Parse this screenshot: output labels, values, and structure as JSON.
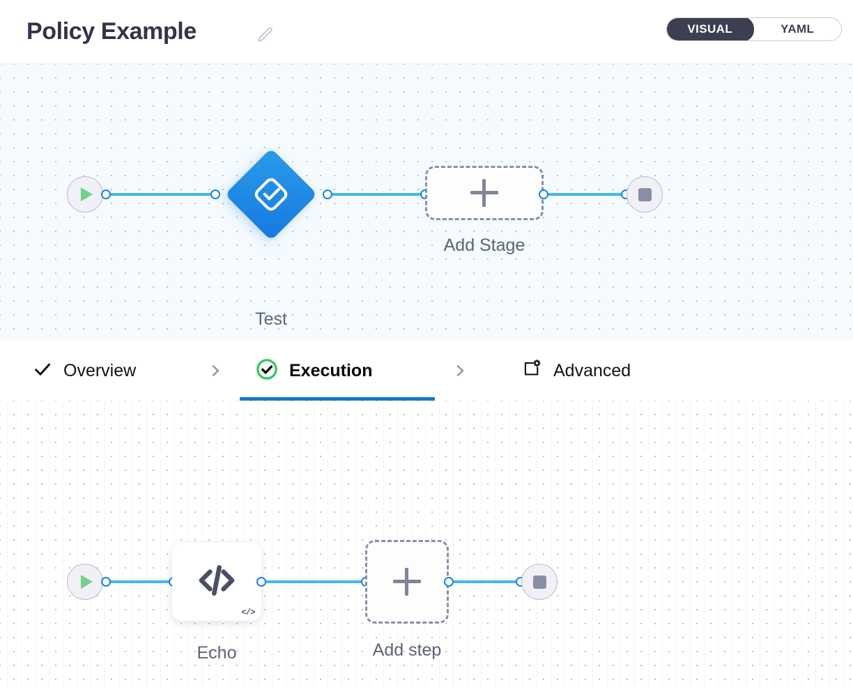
{
  "header": {
    "title": "Policy Example",
    "edit_icon": "pencil-icon",
    "mode_toggle": {
      "active": "VISUAL",
      "options": [
        {
          "label": "VISUAL",
          "active": true
        },
        {
          "label": "YAML",
          "active": false
        }
      ]
    }
  },
  "colors": {
    "accent_blue": "#1478d4",
    "link_blue": "#41b6f0",
    "dot_blue": "#1a82e2",
    "diamond_blue": "#1678e0",
    "success_green": "#35c759",
    "play_green": "#72d18a",
    "dashed_gray": "#8a8fa6",
    "toggle_dark": "#3c3f51",
    "title_text": "#32344a",
    "canvas_stages_bg": "#f4fafd",
    "canvas_steps_bg": "#ffffff"
  },
  "stages_canvas": {
    "name": "pipeline-stages-canvas",
    "start_node": {
      "icon": "play-icon",
      "label": ""
    },
    "stage": {
      "label": "Test",
      "icon": "check-diamond-icon",
      "type": "stage"
    },
    "add_stage": {
      "label": "Add Stage",
      "icon": "plus-icon"
    },
    "end_node": {
      "icon": "stop-icon",
      "label": ""
    }
  },
  "tabs": [
    {
      "label": "Overview",
      "icon": "check-icon",
      "active": false
    },
    {
      "label": "Execution",
      "icon": "check-circle-green-icon",
      "active": true
    },
    {
      "label": "Advanced",
      "icon": "advanced-settings-icon",
      "active": false
    }
  ],
  "tab_separator_icon": "chevron-right-icon",
  "steps_canvas": {
    "name": "pipeline-steps-canvas",
    "start_node": {
      "icon": "play-icon",
      "label": ""
    },
    "step": {
      "label": "Echo",
      "icon": "code-icon",
      "badge": "</>",
      "type": "step"
    },
    "add_step": {
      "label": "Add step",
      "icon": "plus-icon"
    },
    "end_node": {
      "icon": "stop-icon",
      "label": ""
    }
  }
}
